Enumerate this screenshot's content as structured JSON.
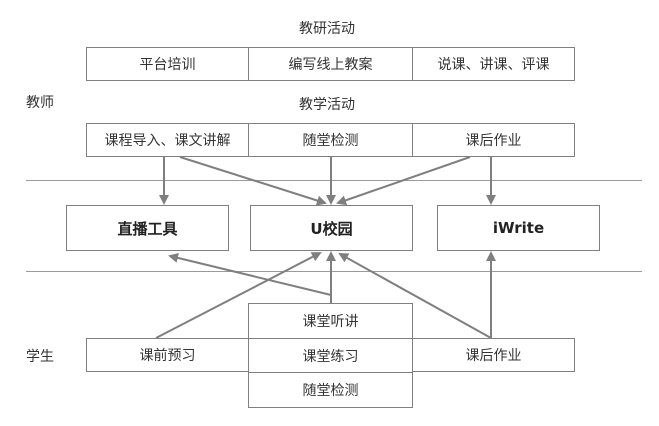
{
  "teacher": {
    "role_label": "教师",
    "research": {
      "title": "教研活动",
      "items": [
        "平台培训",
        "编写线上教案",
        "说课、讲课、评课"
      ]
    },
    "teaching": {
      "title": "教学活动",
      "items": [
        "课程导入、课文讲解",
        "随堂检测",
        "课后作业"
      ]
    }
  },
  "tools": {
    "items": [
      "直播工具",
      "U校园",
      "iWrite"
    ]
  },
  "student": {
    "role_label": "学生",
    "pre_class": "课前预习",
    "in_class": [
      "课堂听讲",
      "课堂练习",
      "随堂检测"
    ],
    "after_class": "课后作业"
  },
  "colors": {
    "box_border": "#7f7f7f",
    "arrow": "#7f7f7f",
    "separator": "#9a9a9a",
    "text": "#333333"
  }
}
